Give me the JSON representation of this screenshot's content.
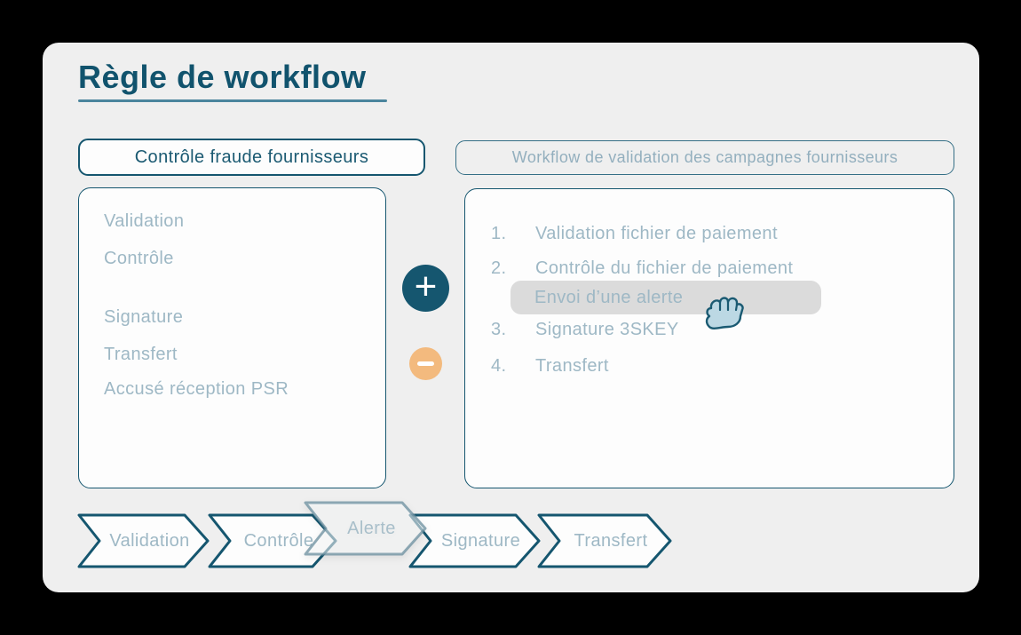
{
  "title": "Règle de workflow",
  "rule_name": "Contrôle fraude fournisseurs",
  "workflow_name": "Workflow de validation des campagnes fournisseurs",
  "available_steps": [
    "Validation",
    "Contrôle",
    "Signature",
    "Transfert",
    "Accusé réception PSR"
  ],
  "workflow_steps": [
    {
      "number": "1.",
      "label": "Validation fichier de paiement"
    },
    {
      "number": "2.",
      "label": "Contrôle du fichier de paiement"
    },
    {
      "number": "3.",
      "label": "Signature 3SKEY"
    },
    {
      "number": "4.",
      "label": "Transfert"
    }
  ],
  "dragged_item": {
    "label": "Envoi d’une alerte",
    "icon": "grab-hand-icon"
  },
  "controls": {
    "add": "+",
    "remove": "−"
  },
  "sequence": {
    "steps": [
      "Validation",
      "Contrôle",
      "Signature",
      "Transfert"
    ],
    "inserting": "Alerte"
  },
  "colors": {
    "page_bg": "#000000",
    "card_bg": "#EFEFEF",
    "accent_teal": "#15566F",
    "underline_teal": "#4B859D",
    "muted_blue_text": "#9EB8C5",
    "orange": "#F3BA7E",
    "pill_gray": "#DBDBDB",
    "hand_fill": "#BCD8E4",
    "panel_bg": "#FDFDFD"
  }
}
